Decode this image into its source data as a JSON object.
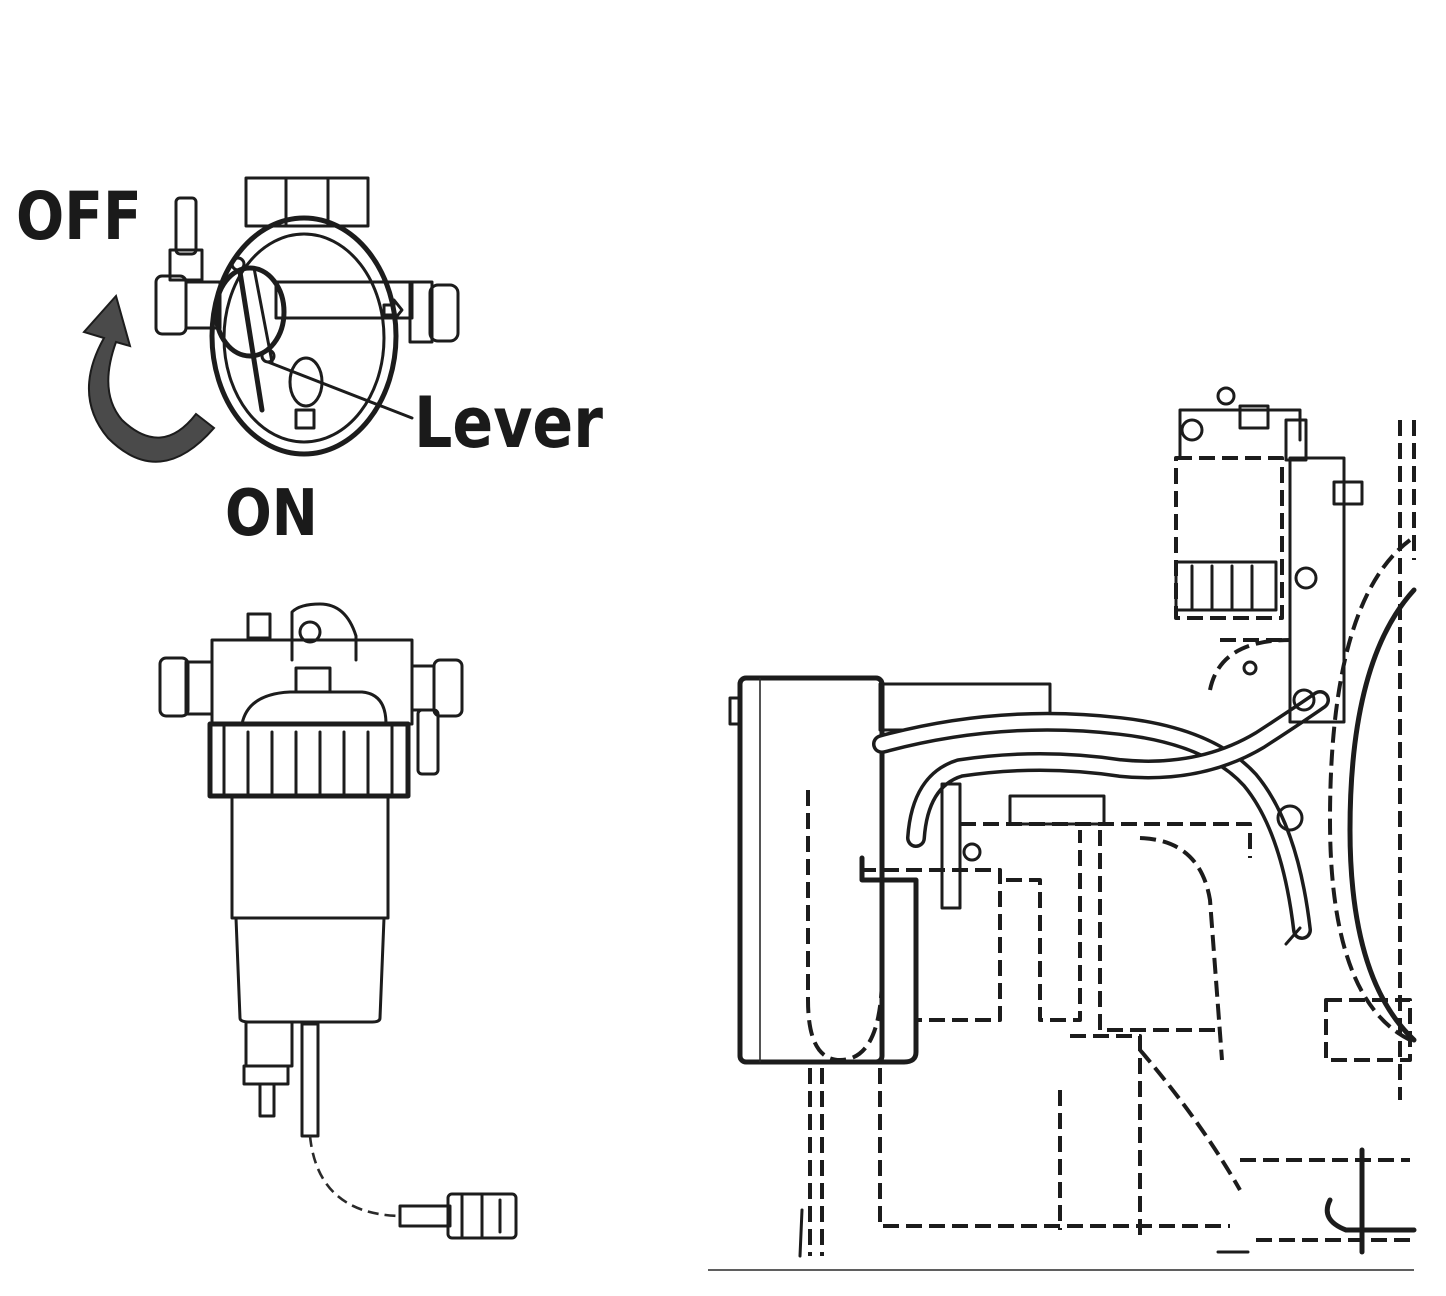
{
  "labels": {
    "off": "OFF",
    "on": "ON",
    "lever": "Lever"
  },
  "colors": {
    "ink": "#1c1c1c",
    "arrow_fill": "#4a4a4a",
    "background": "#ffffff"
  },
  "icons": {
    "rotation_arrow": "curved-arrow-icon",
    "flow_arrow": "flow-direction-arrow-icon"
  }
}
